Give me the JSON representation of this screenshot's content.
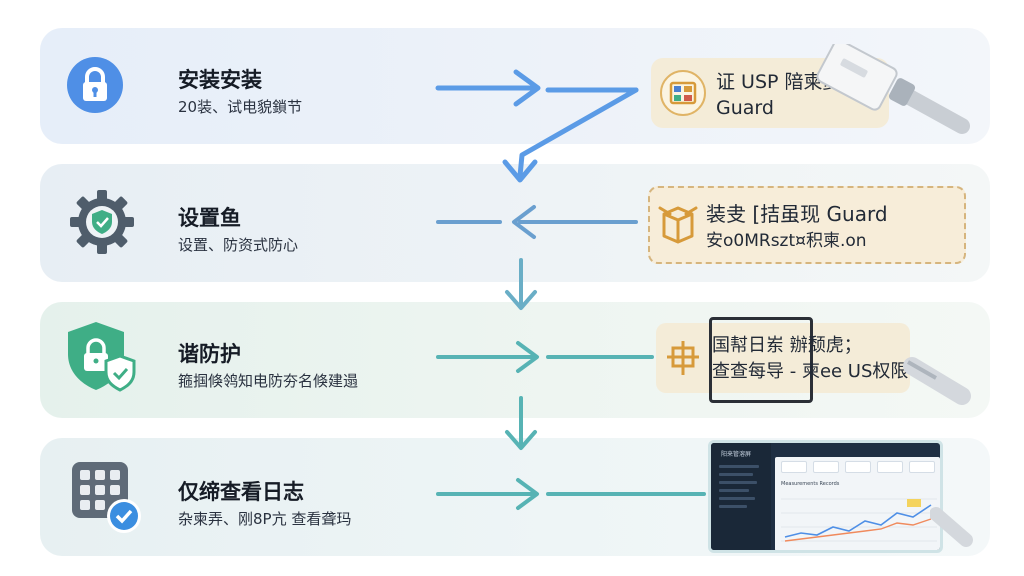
{
  "steps": [
    {
      "title": "安装安装",
      "subtitle": "20装、试电貌鎖节",
      "icon": "lock-icon"
    },
    {
      "title": "设置鱼",
      "subtitle": "设置、防资式防心",
      "icon": "gear-shield-icon"
    },
    {
      "title": "谐防护",
      "subtitle": "箍掴倏鸰知电防夯名倏建遢",
      "icon": "shield-lock-icon"
    },
    {
      "title": "仅缔查看日志",
      "subtitle": "杂柬弄、刚8P亢 查看聋玛",
      "icon": "log-grid-icon"
    }
  ],
  "cards": [
    {
      "line1": "证 USP 隌柬复习",
      "line2": "Guard",
      "icon": "usb-chip-icon"
    },
    {
      "line1": "装叏 [拮虽现 Guard",
      "line2": "安o0MRszt¤积柬.on",
      "icon": "box-icon"
    },
    {
      "line1": "国幇日岽  辦颓虎；",
      "line2": "查查每导 - 柬ee US权限",
      "icon": "usb-chip-icon"
    }
  ],
  "dashboard": {
    "title": "阳来管溶屏",
    "chart_title": "Measurements Records"
  },
  "colors": {
    "blue_arrow": "#5b9be6",
    "teal_arrow": "#57b3b4",
    "card_bg": "#f4ecd8",
    "card_icon": "#d79a3a"
  }
}
